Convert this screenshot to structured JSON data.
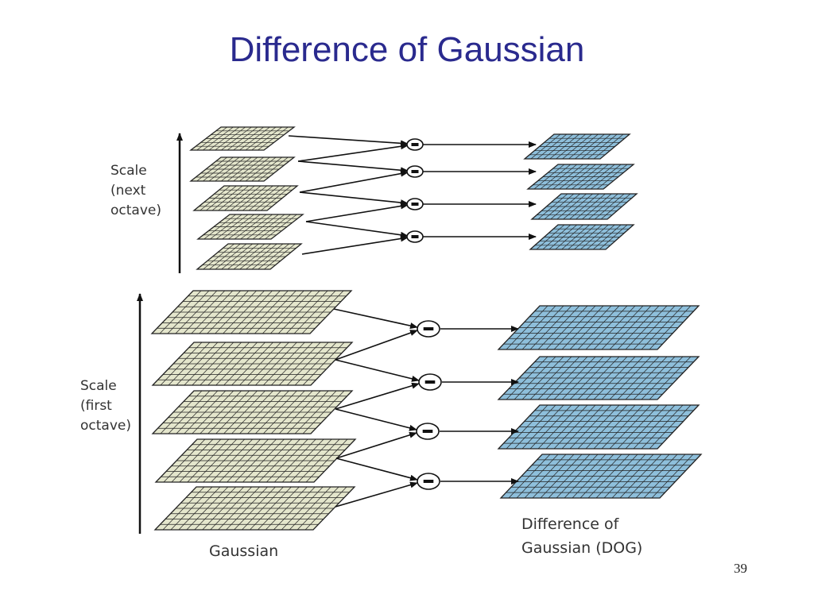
{
  "title": "Difference of Gaussian",
  "labels": {
    "scale_next": [
      "Scale",
      "(next",
      "octave)"
    ],
    "scale_first": [
      "Scale",
      "(first",
      "octave)"
    ],
    "gaussian": "Gaussian",
    "dog": [
      "Difference of",
      "Gaussian (DOG)"
    ]
  },
  "page_number": "39",
  "colors": {
    "title": "#2a2a8e",
    "gaussian_fill": "#e4e6cc",
    "dog_fill": "#8ebfdb",
    "grid_line": "#222222"
  },
  "icons": {
    "operator": "minus-circle-icon"
  }
}
